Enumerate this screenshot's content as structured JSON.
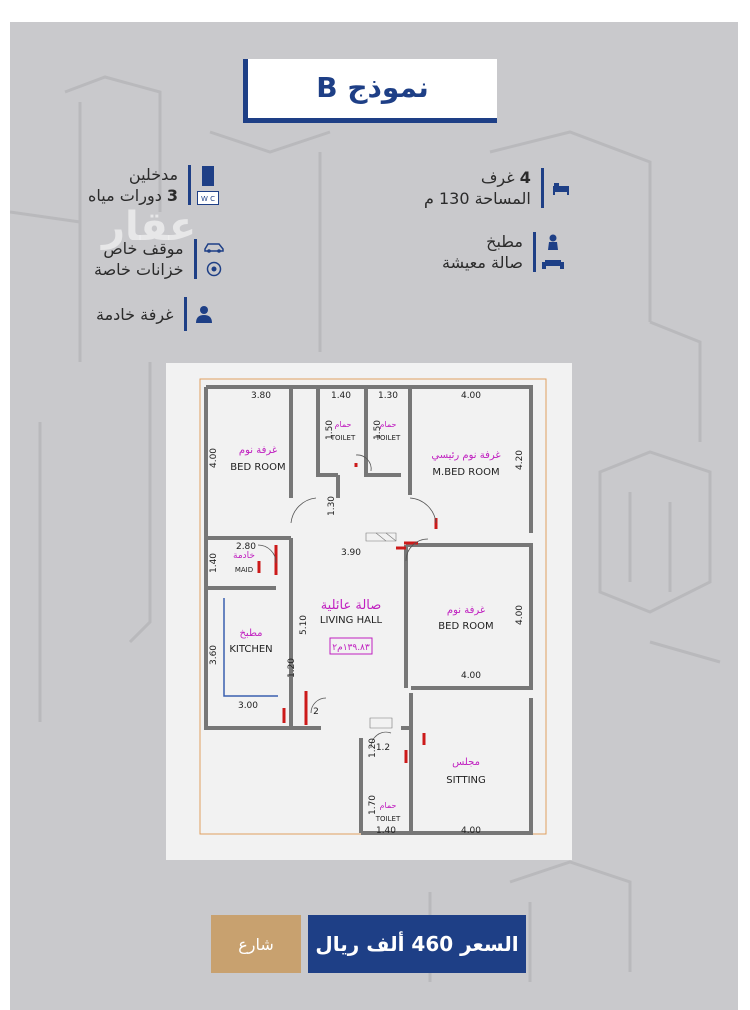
{
  "header": {
    "title": "نموذج B"
  },
  "features": {
    "rooms": {
      "count": "4",
      "label": "غرف",
      "area": "المساحة 130 م"
    },
    "kitchen": {
      "line1": "مطبخ",
      "line2": "صالة معيشة"
    },
    "entrances": {
      "line1": "مدخلين",
      "count": "3",
      "label": "دورات مياه"
    },
    "parking": {
      "line1": "موقف خاص",
      "line2": "خزانات خاصة"
    },
    "maid": {
      "line1": "غرفة خادمة"
    }
  },
  "icons": {
    "bed": "bed-icon",
    "chef": "chef-icon",
    "sofa": "sofa-icon",
    "door": "door-icon",
    "wc": "wc-icon",
    "car": "car-icon",
    "tank": "tank-icon",
    "person": "person-icon"
  },
  "watermark": "عقار",
  "floorplan": {
    "rooms": {
      "bed1_ar": "غرفة نوم",
      "bed1_en": "BED ROOM",
      "toilet1_ar": "حمام",
      "toilet1_en": "TOILET",
      "toilet2_ar": "حمام",
      "toilet2_en": "TOILET",
      "mbed_ar": "غرفة نوم رئيسي",
      "mbed_en": "M.BED ROOM",
      "maid_ar": "خادمة",
      "maid_en": "MAID",
      "kitchen_ar": "مطبخ",
      "kitchen_en": "KITCHEN",
      "living_ar": "صالة عائلية",
      "living_en": "LIVING HALL",
      "living_area": "١٣٩.٨٣م٢",
      "bed2_ar": "غرفة نوم",
      "bed2_en": "BED ROOM",
      "sitting_ar": "مجلس",
      "sitting_en": "SITTING",
      "toilet3_ar": "حمام",
      "toilet3_en": "TOILET"
    },
    "dims": {
      "d1": "3.80",
      "d2": "1.40",
      "d3": "1.30",
      "d4": "4.00",
      "d5": "4.00",
      "d6": "4.20",
      "d7": "1.30",
      "d8": "1.50",
      "d9": "1.50",
      "d10": "2.80",
      "d11": "3.90",
      "d12": "1.40",
      "d13": "3.60",
      "d14": "5.10",
      "d15": "1.20",
      "d16": "4.00",
      "d17": "4.00",
      "d18": "3.00",
      "d19": "2",
      "d20": "1.20",
      "d21": "1.2",
      "d22": "1.70",
      "d23": "1.40",
      "d24": "4.00"
    }
  },
  "price": {
    "label": "السعر 460 ألف ريال"
  },
  "street": {
    "label": "شارع"
  },
  "colors": {
    "brand": "#1e3f86",
    "gold": "#c8a16f",
    "panel": "#c9c9cc"
  }
}
